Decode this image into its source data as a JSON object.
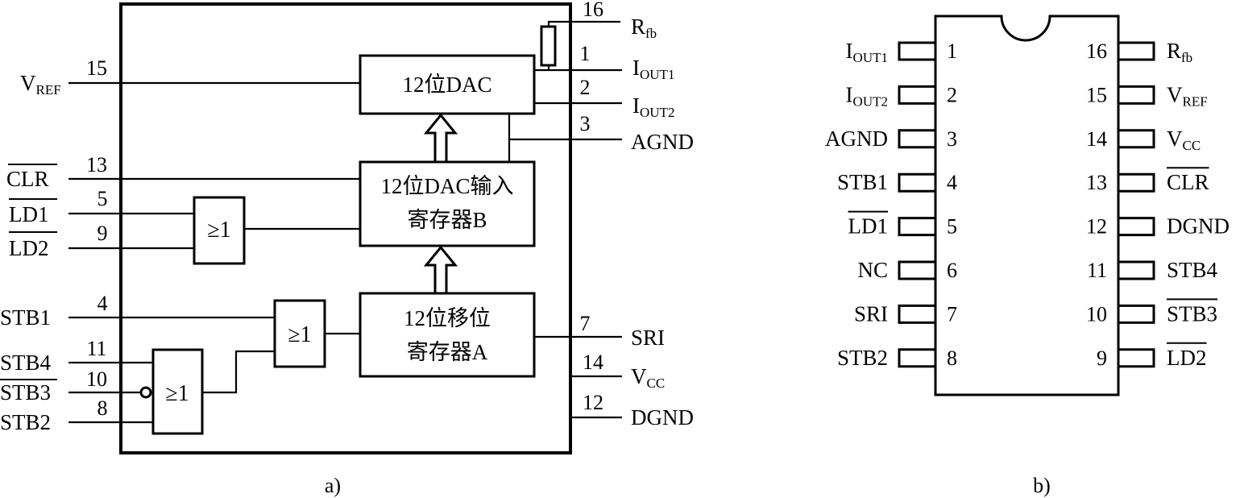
{
  "figure_a": {
    "caption": "a)",
    "blocks": {
      "dac": "12位DAC",
      "reg_b_line1": "12位DAC输入",
      "reg_b_line2": "寄存器B",
      "reg_a_line1": "12位移位",
      "reg_a_line2": "寄存器A"
    },
    "gates": {
      "gate_ld": "≥1",
      "gate_stb_main": "≥1",
      "gate_stb_sub": "≥1"
    },
    "left_pins": [
      {
        "num": "15",
        "name": "V",
        "sub": "REF",
        "overbar": false
      },
      {
        "num": "13",
        "name": "CLR",
        "sub": "",
        "overbar": true
      },
      {
        "num": "5",
        "name": "LD1",
        "sub": "",
        "overbar": true
      },
      {
        "num": "9",
        "name": "LD2",
        "sub": "",
        "overbar": true
      },
      {
        "num": "4",
        "name": "STB1",
        "sub": "",
        "overbar": false
      },
      {
        "num": "11",
        "name": "STB4",
        "sub": "",
        "overbar": false
      },
      {
        "num": "10",
        "name": "STB3",
        "sub": "",
        "overbar": true
      },
      {
        "num": "8",
        "name": "STB2",
        "sub": "",
        "overbar": false
      }
    ],
    "right_pins": [
      {
        "num": "16",
        "name": "R",
        "sub": "fb"
      },
      {
        "num": "1",
        "name": "I",
        "sub": "OUT1"
      },
      {
        "num": "2",
        "name": "I",
        "sub": "OUT2"
      },
      {
        "num": "3",
        "name": "AGND",
        "sub": ""
      },
      {
        "num": "7",
        "name": "SRI",
        "sub": ""
      },
      {
        "num": "14",
        "name": "V",
        "sub": "CC"
      },
      {
        "num": "12",
        "name": "DGND",
        "sub": ""
      }
    ]
  },
  "figure_b": {
    "caption": "b)",
    "left_pins": [
      {
        "num": "1",
        "name": "I",
        "sub": "OUT1",
        "overbar": false
      },
      {
        "num": "2",
        "name": "I",
        "sub": "OUT2",
        "overbar": false
      },
      {
        "num": "3",
        "name": "AGND",
        "sub": "",
        "overbar": false
      },
      {
        "num": "4",
        "name": "STB1",
        "sub": "",
        "overbar": false
      },
      {
        "num": "5",
        "name": "LD1",
        "sub": "",
        "overbar": true
      },
      {
        "num": "6",
        "name": "NC",
        "sub": "",
        "overbar": false
      },
      {
        "num": "7",
        "name": "SRI",
        "sub": "",
        "overbar": false
      },
      {
        "num": "8",
        "name": "STB2",
        "sub": "",
        "overbar": false
      }
    ],
    "right_pins": [
      {
        "num": "16",
        "name": "R",
        "sub": "fb",
        "overbar": false
      },
      {
        "num": "15",
        "name": "V",
        "sub": "REF",
        "overbar": false
      },
      {
        "num": "14",
        "name": "V",
        "sub": "CC",
        "overbar": false
      },
      {
        "num": "13",
        "name": "CLR",
        "sub": "",
        "overbar": true
      },
      {
        "num": "12",
        "name": "DGND",
        "sub": "",
        "overbar": false
      },
      {
        "num": "11",
        "name": "STB4",
        "sub": "",
        "overbar": false
      },
      {
        "num": "10",
        "name": "STB3",
        "sub": "",
        "overbar": true
      },
      {
        "num": "9",
        "name": "LD2",
        "sub": "",
        "overbar": true
      }
    ]
  }
}
